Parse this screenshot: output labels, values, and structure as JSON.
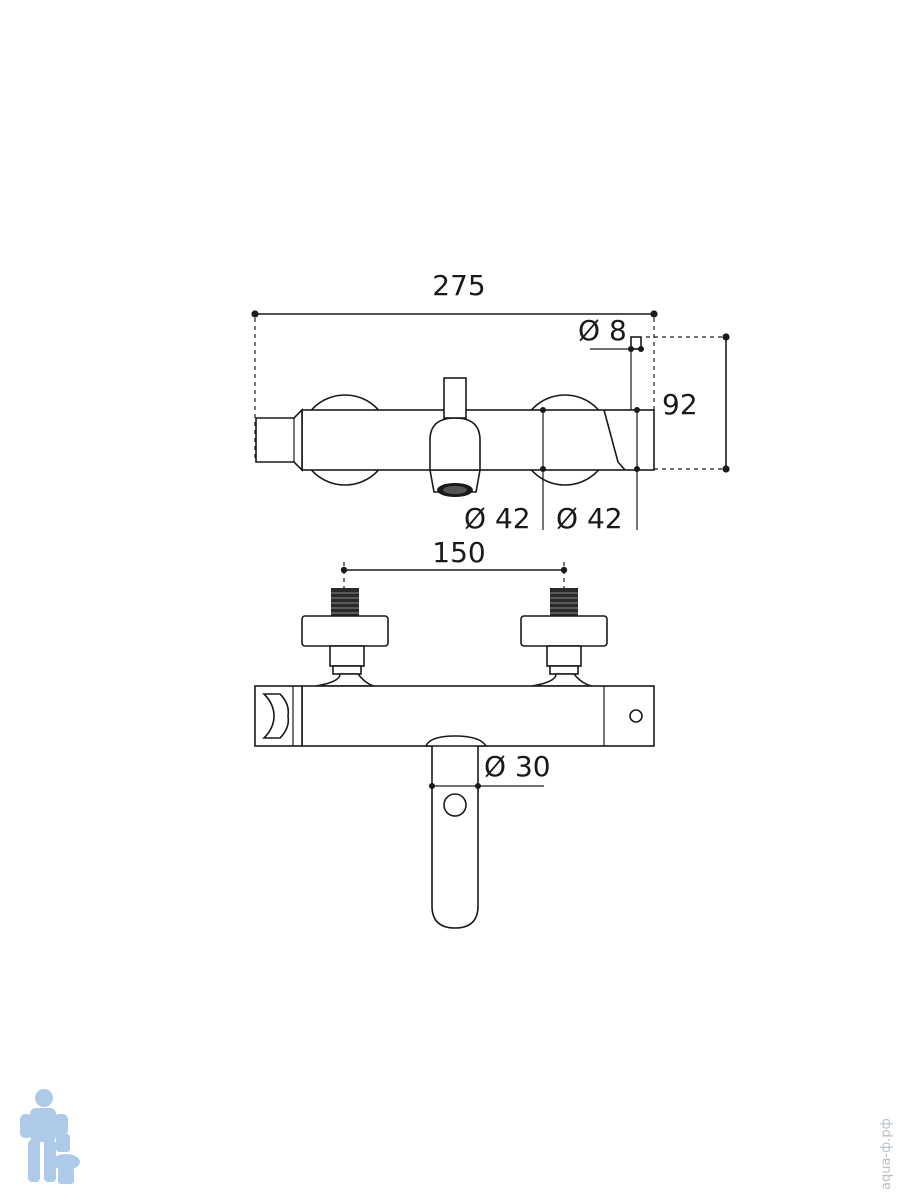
{
  "dimensions": {
    "overall_width": "275",
    "outlet_diameter": "Ø 8",
    "depth": "92",
    "body_diameter_left": "Ø 42",
    "body_diameter_right": "Ø 42",
    "inlet_spacing": "150",
    "spout_diameter": "Ø 30"
  },
  "watermark": {
    "side_text": "aqua-ф.рф"
  },
  "colors": {
    "line": "#1a1a1a",
    "watermark": "#b8c0c8",
    "logo": "#9fc3e6"
  }
}
